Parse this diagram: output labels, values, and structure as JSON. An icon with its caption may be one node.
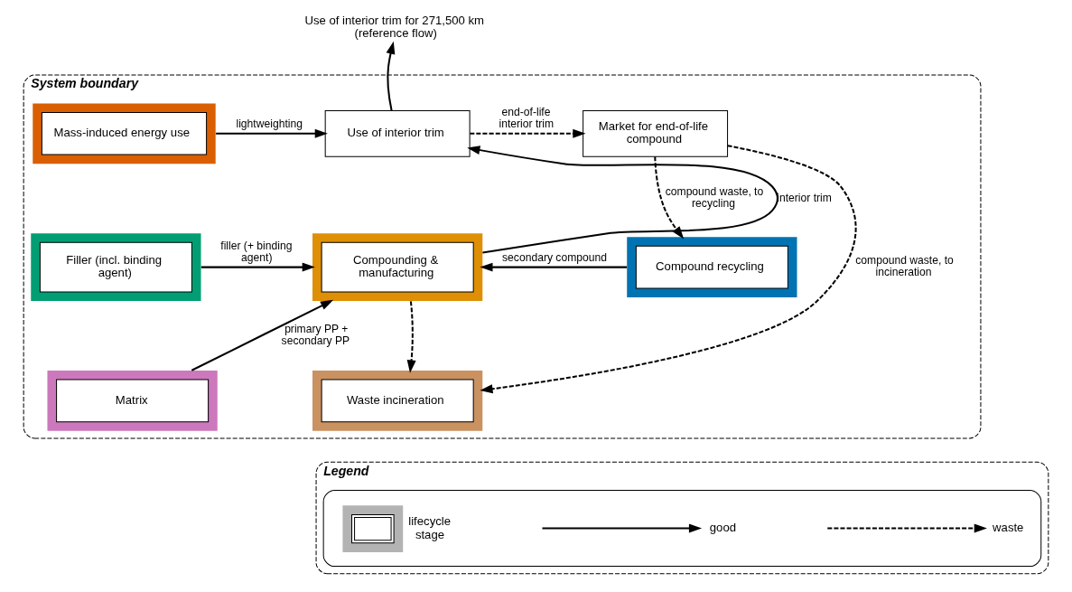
{
  "diagram": {
    "nodes": [
      {
        "text": [
          "System boundary"
        ]
      },
      {
        "text": [
          "Mass-induced energy use"
        ],
        "in": 0
      },
      {
        "text": [
          "Use of interior trim"
        ],
        "in": 0
      },
      {
        "text": [
          "Market for end-of-life compound"
        ],
        "in": 0
      },
      {
        "text": [
          "Filler (incl. binding agent)"
        ],
        "in": 0
      },
      {
        "text": [
          "Compounding & manufacturing"
        ],
        "in": 0
      },
      {
        "text": [
          "Compound recycling"
        ],
        "in": 0
      },
      {
        "text": [
          "Matrix"
        ],
        "in": 0
      },
      {
        "text": [
          "Waste incineration"
        ],
        "in": 0
      },
      {
        "text": [
          "Use of interior trim for 271,500 km (reference flow)"
        ]
      },
      {
        "text": [
          "Legend"
        ]
      },
      {
        "text": [],
        "shape": "box",
        "in": 10
      }
    ],
    "edges": [
      {
        "from": 1,
        "to": 2,
        "arrow": "to",
        "label": "lightweighting"
      },
      {
        "from": 2,
        "to": 9,
        "arrow": "to"
      },
      {
        "from": 2,
        "to": 3,
        "arrow": "to",
        "label": "end-of-life interior trim",
        "style": "dashed"
      },
      {
        "from": 3,
        "to": 6,
        "arrow": "to",
        "label": "compound waste, to recycling",
        "style": "dashed"
      },
      {
        "from": 3,
        "to": 8,
        "arrow": "to",
        "label": "compound waste, to incineration",
        "style": "dashed"
      },
      {
        "from": 5,
        "to": 8,
        "arrow": "to",
        "style": "dashed"
      },
      {
        "from": 4,
        "to": 5,
        "arrow": "to",
        "label": "filler (+ binding agent)"
      },
      {
        "from": 6,
        "to": 5,
        "arrow": "to",
        "label": "secondary compound"
      },
      {
        "from": 7,
        "to": 5,
        "arrow": "to",
        "label": "primary PP + secondary PP"
      },
      {
        "from": 5,
        "to": 2,
        "arrow": "to",
        "label": "interior trim"
      }
    ],
    "legend": [
      {
        "text": "lifecycle stage"
      },
      {
        "text": "good"
      },
      {
        "text": "waste"
      }
    ]
  }
}
